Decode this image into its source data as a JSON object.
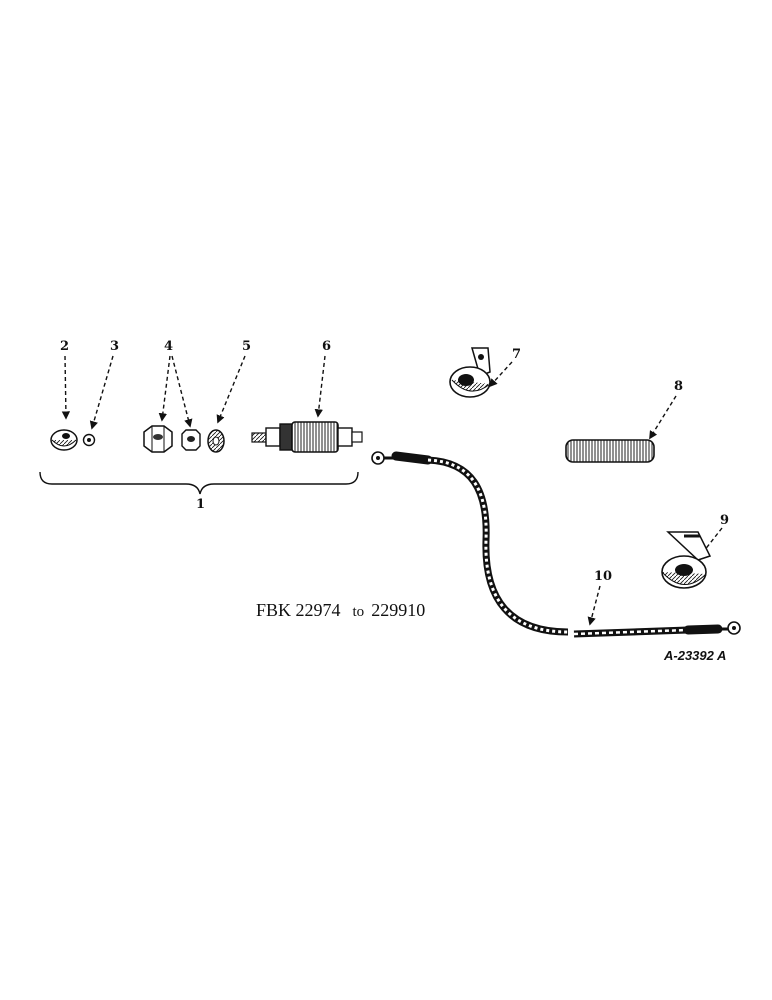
{
  "callouts": {
    "c1": "1",
    "c2": "2",
    "c3": "3",
    "c4": "4",
    "c5": "5",
    "c6": "6",
    "c7": "7",
    "c8": "8",
    "c9": "9",
    "c10": "10"
  },
  "caption": {
    "part1": "FBK 22974",
    "part2": "to",
    "part3": "229910"
  },
  "reference_code": "A-23392 A",
  "parts": {
    "p1": "switch-assembly-kit",
    "p2": "knob-icon",
    "p3": "small-nut-icon",
    "p4": "hex-nut-icon",
    "p5": "lock-washer-icon",
    "p6": "switch-body-icon",
    "p7": "clip-icon",
    "p8": "tape-sleeve-icon",
    "p9": "clip-icon",
    "p10": "cable-icon"
  }
}
